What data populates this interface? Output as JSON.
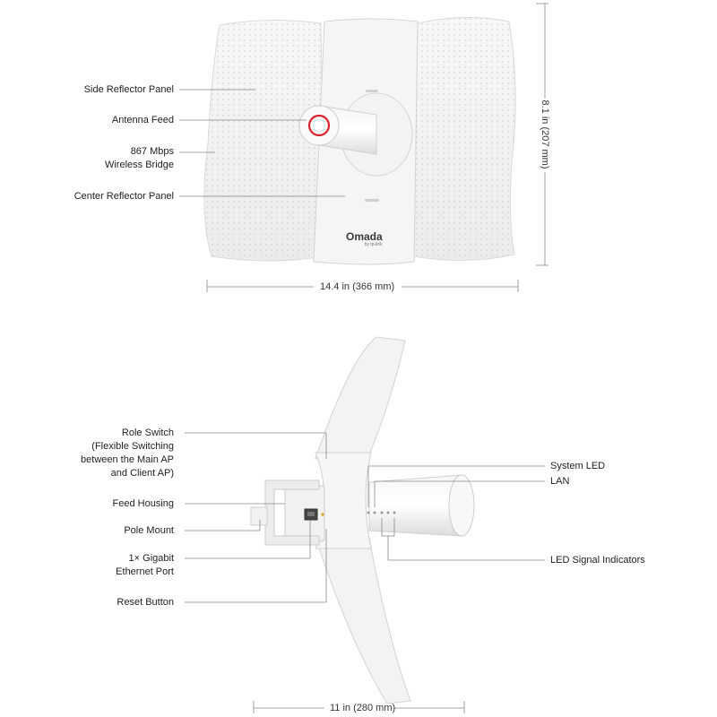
{
  "front_view": {
    "labels": {
      "side_reflector": "Side Reflector Panel",
      "antenna_feed": "Antenna Feed",
      "speed": "867 Mbps\nWireless Bridge",
      "center_reflector": "Center Reflector Panel"
    },
    "logo": {
      "brand": "Omada",
      "sub": "by tp-link"
    },
    "width_dim": "14.4 in (366 mm)",
    "height_dim": "8.1 in (207 mm)"
  },
  "side_view": {
    "labels": {
      "role_switch": "Role Switch\n(Flexible Switching\nbetween the Main AP\nand Client AP)",
      "feed_housing": "Feed Housing",
      "pole_mount": "Pole Mount",
      "ethernet": "1× Gigabit\nEthernet Port",
      "reset": "Reset Button",
      "system_led": "System LED",
      "lan": "LAN",
      "led_signal": "LED Signal Indicators"
    },
    "width_dim": "11 in (280 mm)"
  },
  "colors": {
    "device": "#f2f2f2",
    "edge": "#d8d8d8",
    "leader": "#888888",
    "accent_ring": "#d9232e"
  }
}
